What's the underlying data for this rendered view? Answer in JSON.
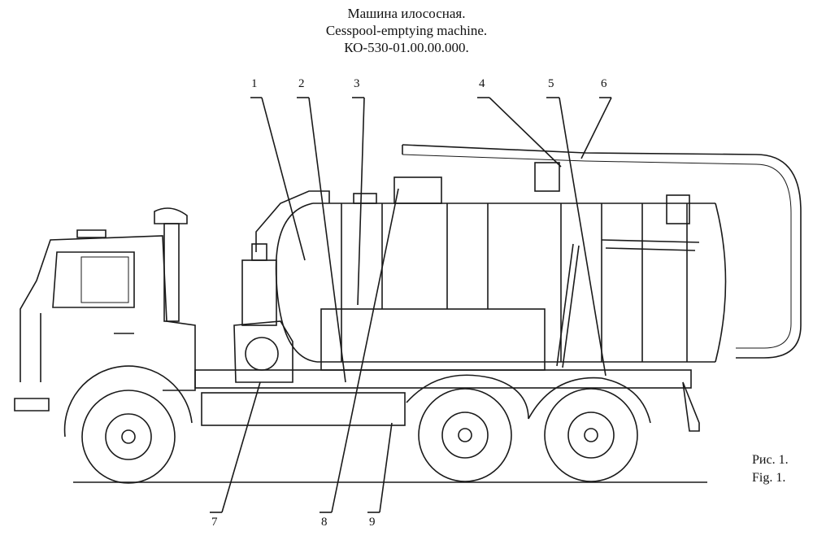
{
  "title": {
    "line_ru": "Машина илососная.",
    "line_en": "Cesspool-emptying machine.",
    "code": "КО-530-01.00.00.000."
  },
  "figure_label": {
    "ru": "Рис. 1.",
    "en": "Fig. 1."
  },
  "callouts": [
    "1",
    "2",
    "3",
    "4",
    "5",
    "6",
    "7",
    "8",
    "9"
  ]
}
